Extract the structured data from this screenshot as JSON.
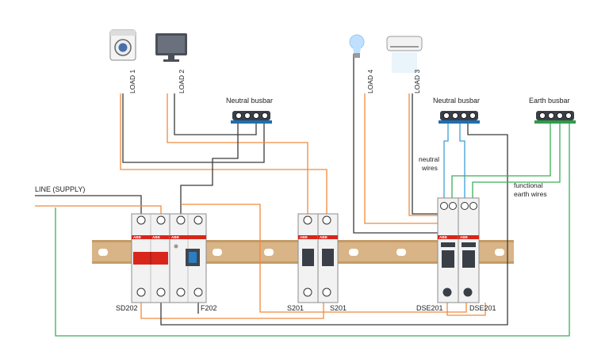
{
  "colors": {
    "line": "#f08a3c",
    "neutral": "#3a3a3a",
    "neutral_blue": "#3aa0d8",
    "earth": "#3cae5a",
    "rail": "#d8b487",
    "rail_hole": "#ffffff",
    "breaker_body": "#f2f2f2",
    "brand_red": "#d8261c",
    "busbar_blue": "#1e6fb0",
    "busbar_green": "#2f9a4a"
  },
  "icons": [
    "washing-machine-icon",
    "monitor-icon",
    "light-bulb-icon",
    "air-conditioner-icon"
  ],
  "labels": {
    "line_supply": "LINE (SUPPLY)",
    "load1": "LOAD 1",
    "load2": "LOAD 2",
    "load3": "LOAD 3",
    "load4": "LOAD 4",
    "neutral_busbar_left": "Neutral busbar",
    "neutral_busbar_right": "Neutral busbar",
    "earth_busbar": "Earth busbar",
    "neutral_wires_1": "neutral",
    "neutral_wires_2": "wires",
    "functional_earth_1": "functional",
    "functional_earth_2": "earth wires",
    "brand": "ABB"
  },
  "devices": {
    "sd202": "SD202",
    "f202": "F202",
    "s201_a": "S201",
    "s201_b": "S201",
    "dse201_a": "DSE201",
    "dse201_b": "DSE201"
  }
}
